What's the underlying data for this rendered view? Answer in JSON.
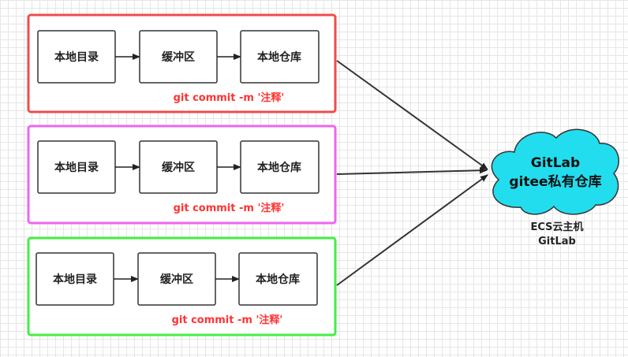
{
  "groups": [
    {
      "border_color": "#f24b4b",
      "steps": [
        "本地目录",
        "缓冲区",
        "本地仓库"
      ],
      "commit_label": "git commit -m '注释'"
    },
    {
      "border_color": "#ee66ee",
      "steps": [
        "本地目录",
        "缓冲区",
        "本地仓库"
      ],
      "commit_label": "git commit -m '注释'"
    },
    {
      "border_color": "#44ee44",
      "steps": [
        "本地目录",
        "缓冲区",
        "本地仓库"
      ],
      "commit_label": "git commit -m '注释'"
    }
  ],
  "remote": {
    "fill_color": "#22ddee",
    "line1": "GitLab",
    "line2": "gitee私有仓库",
    "caption_line1": "ECS云主机",
    "caption_line2": "GitLab"
  }
}
